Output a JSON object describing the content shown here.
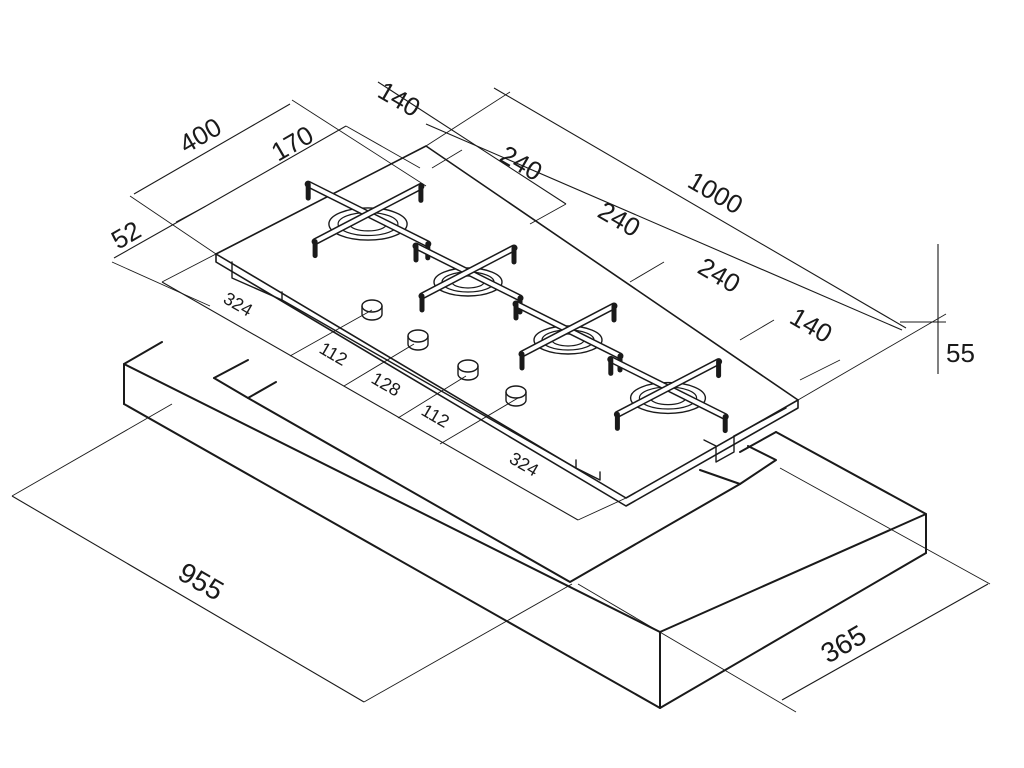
{
  "dimensions": {
    "d140_top": "140",
    "d400": "400",
    "d170": "170",
    "d52": "52",
    "d240_a": "240",
    "d240_b": "240",
    "d240_c": "240",
    "d140_right": "140",
    "d1000": "1000",
    "d55": "55",
    "d324_a": "324",
    "d112_a": "112",
    "d128": "128",
    "d112_b": "112",
    "d324_b": "324",
    "d955": "955",
    "d365": "365"
  },
  "components": {
    "burner_count": 4,
    "knob_count": 4
  }
}
